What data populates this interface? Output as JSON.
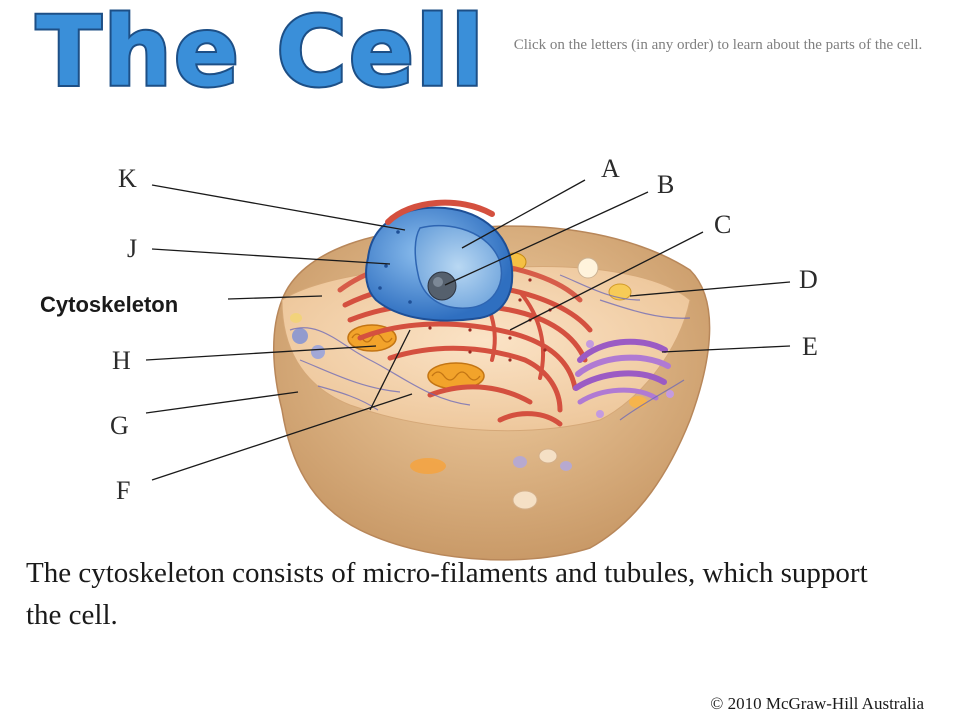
{
  "title": "The Cell",
  "instructions": "Click on the letters (in any order) to learn about the parts of the cell.",
  "labels": {
    "A": "A",
    "B": "B",
    "C": "C",
    "D": "D",
    "E": "E",
    "F": "F",
    "G": "G",
    "H": "H",
    "J": "J",
    "K": "K"
  },
  "active_label": "Cytoskeleton",
  "description": "The cytoskeleton consists of micro-filaments and tubules, which support the cell.",
  "copyright": "© 2010 McGraw-Hill Australia",
  "colors": {
    "title_fill": "#3a8fd9",
    "title_outline": "#1d4f86",
    "nucleus": "#4f8fd6",
    "er": "#d9574a",
    "golgi": "#9b5bc4",
    "mitochondria": "#f0a22c",
    "cytoplasm": "#f6d9a8",
    "cell_body": "#e2b98a"
  }
}
